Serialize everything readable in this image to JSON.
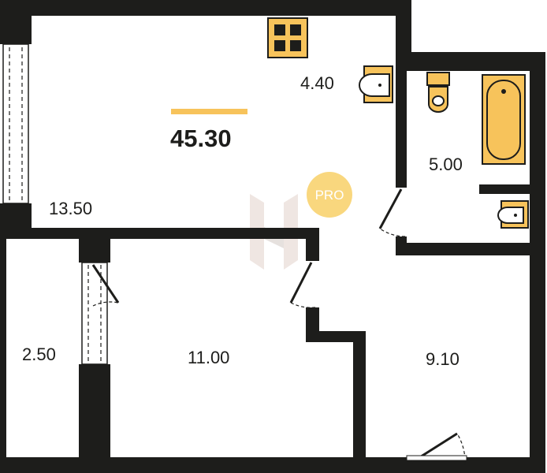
{
  "total_area": "45.30",
  "badge": "PRO",
  "colors": {
    "accent": "#f7c35b",
    "wall": "#1d1d1b",
    "badge": "#f9d77e"
  },
  "rooms": {
    "living": "13.50",
    "kitchen": "4.40",
    "bathroom": "5.00",
    "bedroom": "11.00",
    "hall": "9.10",
    "balcony": "2.50"
  },
  "icons": [
    "stove-icon",
    "sink-icon",
    "toilet-icon",
    "bathtub-icon",
    "watermark-logo-icon"
  ]
}
